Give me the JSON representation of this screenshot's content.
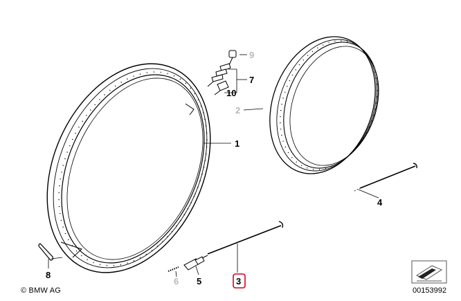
{
  "diagram": {
    "parts": [
      {
        "id": "1",
        "label": "1",
        "faded": false,
        "selected": false
      },
      {
        "id": "2",
        "label": "2",
        "faded": true,
        "selected": false
      },
      {
        "id": "3",
        "label": "3",
        "faded": false,
        "selected": true
      },
      {
        "id": "4",
        "label": "4",
        "faded": false,
        "selected": false
      },
      {
        "id": "5",
        "label": "5",
        "faded": false,
        "selected": false
      },
      {
        "id": "6",
        "label": "6",
        "faded": true,
        "selected": false
      },
      {
        "id": "7",
        "label": "7",
        "faded": false,
        "selected": false
      },
      {
        "id": "8",
        "label": "8",
        "faded": false,
        "selected": false
      },
      {
        "id": "9",
        "label": "9",
        "faded": true,
        "selected": false
      },
      {
        "id": "10",
        "label": "10",
        "faded": false,
        "selected": false
      }
    ],
    "colors": {
      "line": "#000000",
      "faded": "#b9b9b9",
      "selection": "#d6001c",
      "background": "#ffffff"
    }
  },
  "footer": {
    "copyright": "© BMW AG",
    "doc_number": "00153992",
    "doc_icon": "document-view-icon"
  }
}
